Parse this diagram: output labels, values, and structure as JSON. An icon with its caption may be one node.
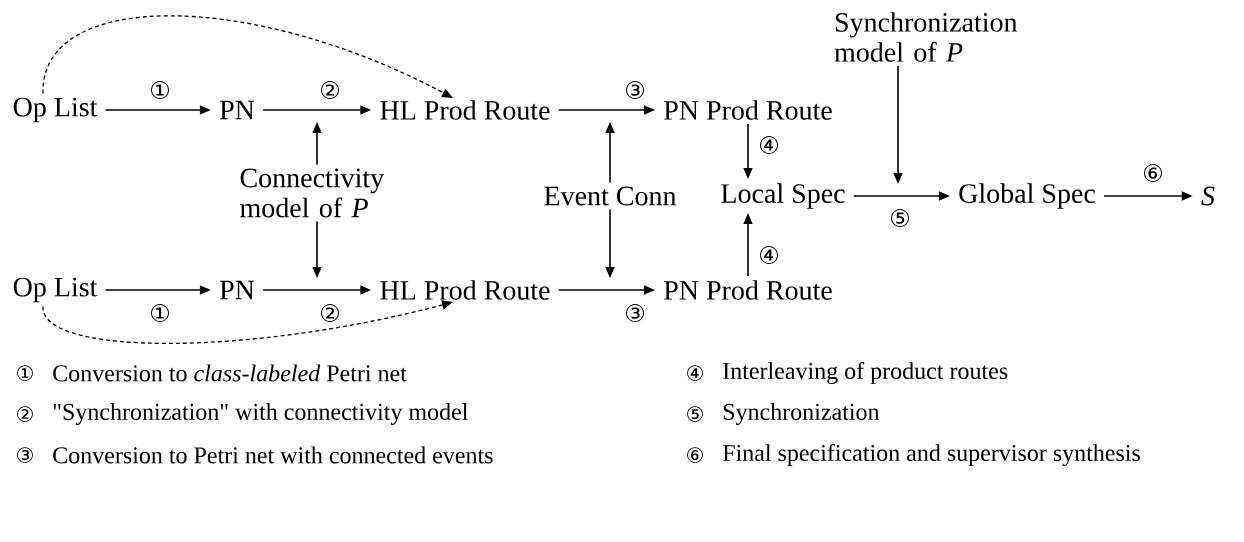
{
  "diagram": {
    "nodes": [
      {
        "text": [
          "Op List"
        ]
      },
      {
        "text": [
          "PN"
        ]
      },
      {
        "text": [
          "HL Prod Route"
        ]
      },
      {
        "text": [
          "PN Prod Route"
        ]
      },
      {
        "text": [
          "Connectivity model of *P*"
        ]
      },
      {
        "text": [
          "Event Conn"
        ]
      },
      {
        "text": [
          "Local Spec"
        ]
      },
      {
        "text": [
          "Synchronization model of *P*"
        ]
      },
      {
        "text": [
          "Global Spec"
        ]
      },
      {
        "text": [
          "S"
        ]
      },
      {
        "text": [
          "Op List"
        ]
      },
      {
        "text": [
          "PN"
        ]
      },
      {
        "text": [
          "HL Prod Route"
        ]
      },
      {
        "text": [
          "PN Prod Route"
        ]
      }
    ],
    "edges": [
      {
        "from": 0,
        "to": 1,
        "arrow": "to",
        "label": "①"
      },
      {
        "from": 1,
        "to": 2,
        "arrow": "to",
        "label": "②"
      },
      {
        "from": 0,
        "to": 2,
        "arrow": "to",
        "style": "dashed"
      },
      {
        "from": 2,
        "to": 3,
        "arrow": "to",
        "label": "③"
      },
      {
        "from": 4,
        "to": null,
        "arrow": "to"
      },
      {
        "from": 5,
        "to": null,
        "arrow": "to"
      },
      {
        "from": 3,
        "to": 6,
        "arrow": "to",
        "label": "④"
      },
      {
        "from": 7,
        "to": null,
        "arrow": "to"
      },
      {
        "from": 6,
        "to": 8,
        "arrow": "to",
        "label": "⑤"
      },
      {
        "from": 8,
        "to": 9,
        "arrow": "to",
        "label": "⑥"
      },
      {
        "from": 4,
        "to": null,
        "arrow": "to"
      },
      {
        "from": 5,
        "to": null,
        "arrow": "to"
      },
      {
        "from": 13,
        "to": 6,
        "arrow": "to",
        "label": "④"
      },
      {
        "from": 10,
        "to": 11,
        "arrow": "to",
        "label": "①"
      },
      {
        "from": 11,
        "to": 12,
        "arrow": "to",
        "label": "②"
      },
      {
        "from": 10,
        "to": 12,
        "arrow": "to",
        "style": "dashed"
      },
      {
        "from": 12,
        "to": 13,
        "arrow": "to",
        "label": "③"
      }
    ],
    "labels": [
      "①",
      "Conversion to *class-labeled* Petri net",
      "④",
      "Interleaving of product routes",
      "②",
      "\"Synchronization\" with connectivity model",
      "⑤",
      "Synchronization",
      "③",
      "Conversion to Petri net with connected events",
      "⑥",
      "Final specification and supervisor synthesis"
    ]
  }
}
